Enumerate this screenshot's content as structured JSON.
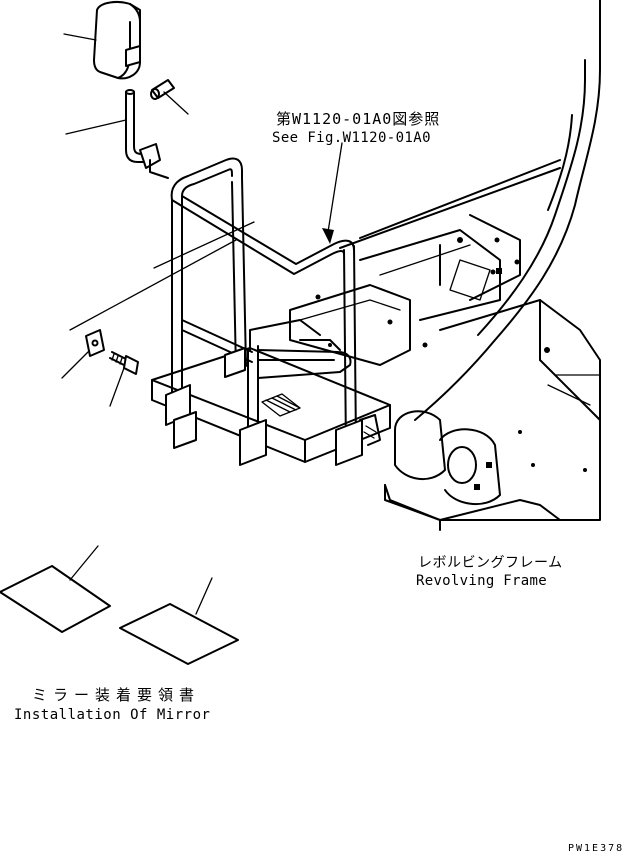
{
  "labels": {
    "ref_jp": "第W1120-01A0図参照",
    "ref_en": "See Fig.W1120-01A0",
    "frame_jp": "レボルビングフレーム",
    "frame_en": "Revolving Frame",
    "manual_jp": "ミラー装着要領書",
    "manual_en": "Installation Of Mirror",
    "drawing_code": "PW1E378"
  },
  "parts": [
    {
      "name": "mirror",
      "icon": "mirror-icon"
    },
    {
      "name": "rubber-cap",
      "icon": "cap-icon"
    },
    {
      "name": "mirror-stay",
      "icon": "stay-icon"
    },
    {
      "name": "bracket",
      "icon": "bracket-icon"
    },
    {
      "name": "bolt",
      "icon": "bolt-icon"
    },
    {
      "name": "handrail-platform",
      "icon": "handrail-icon"
    },
    {
      "name": "revolving-frame",
      "icon": "frame-icon"
    },
    {
      "name": "instruction-sheet-1",
      "icon": "sheet-icon"
    },
    {
      "name": "instruction-sheet-2",
      "icon": "sheet-icon"
    }
  ]
}
